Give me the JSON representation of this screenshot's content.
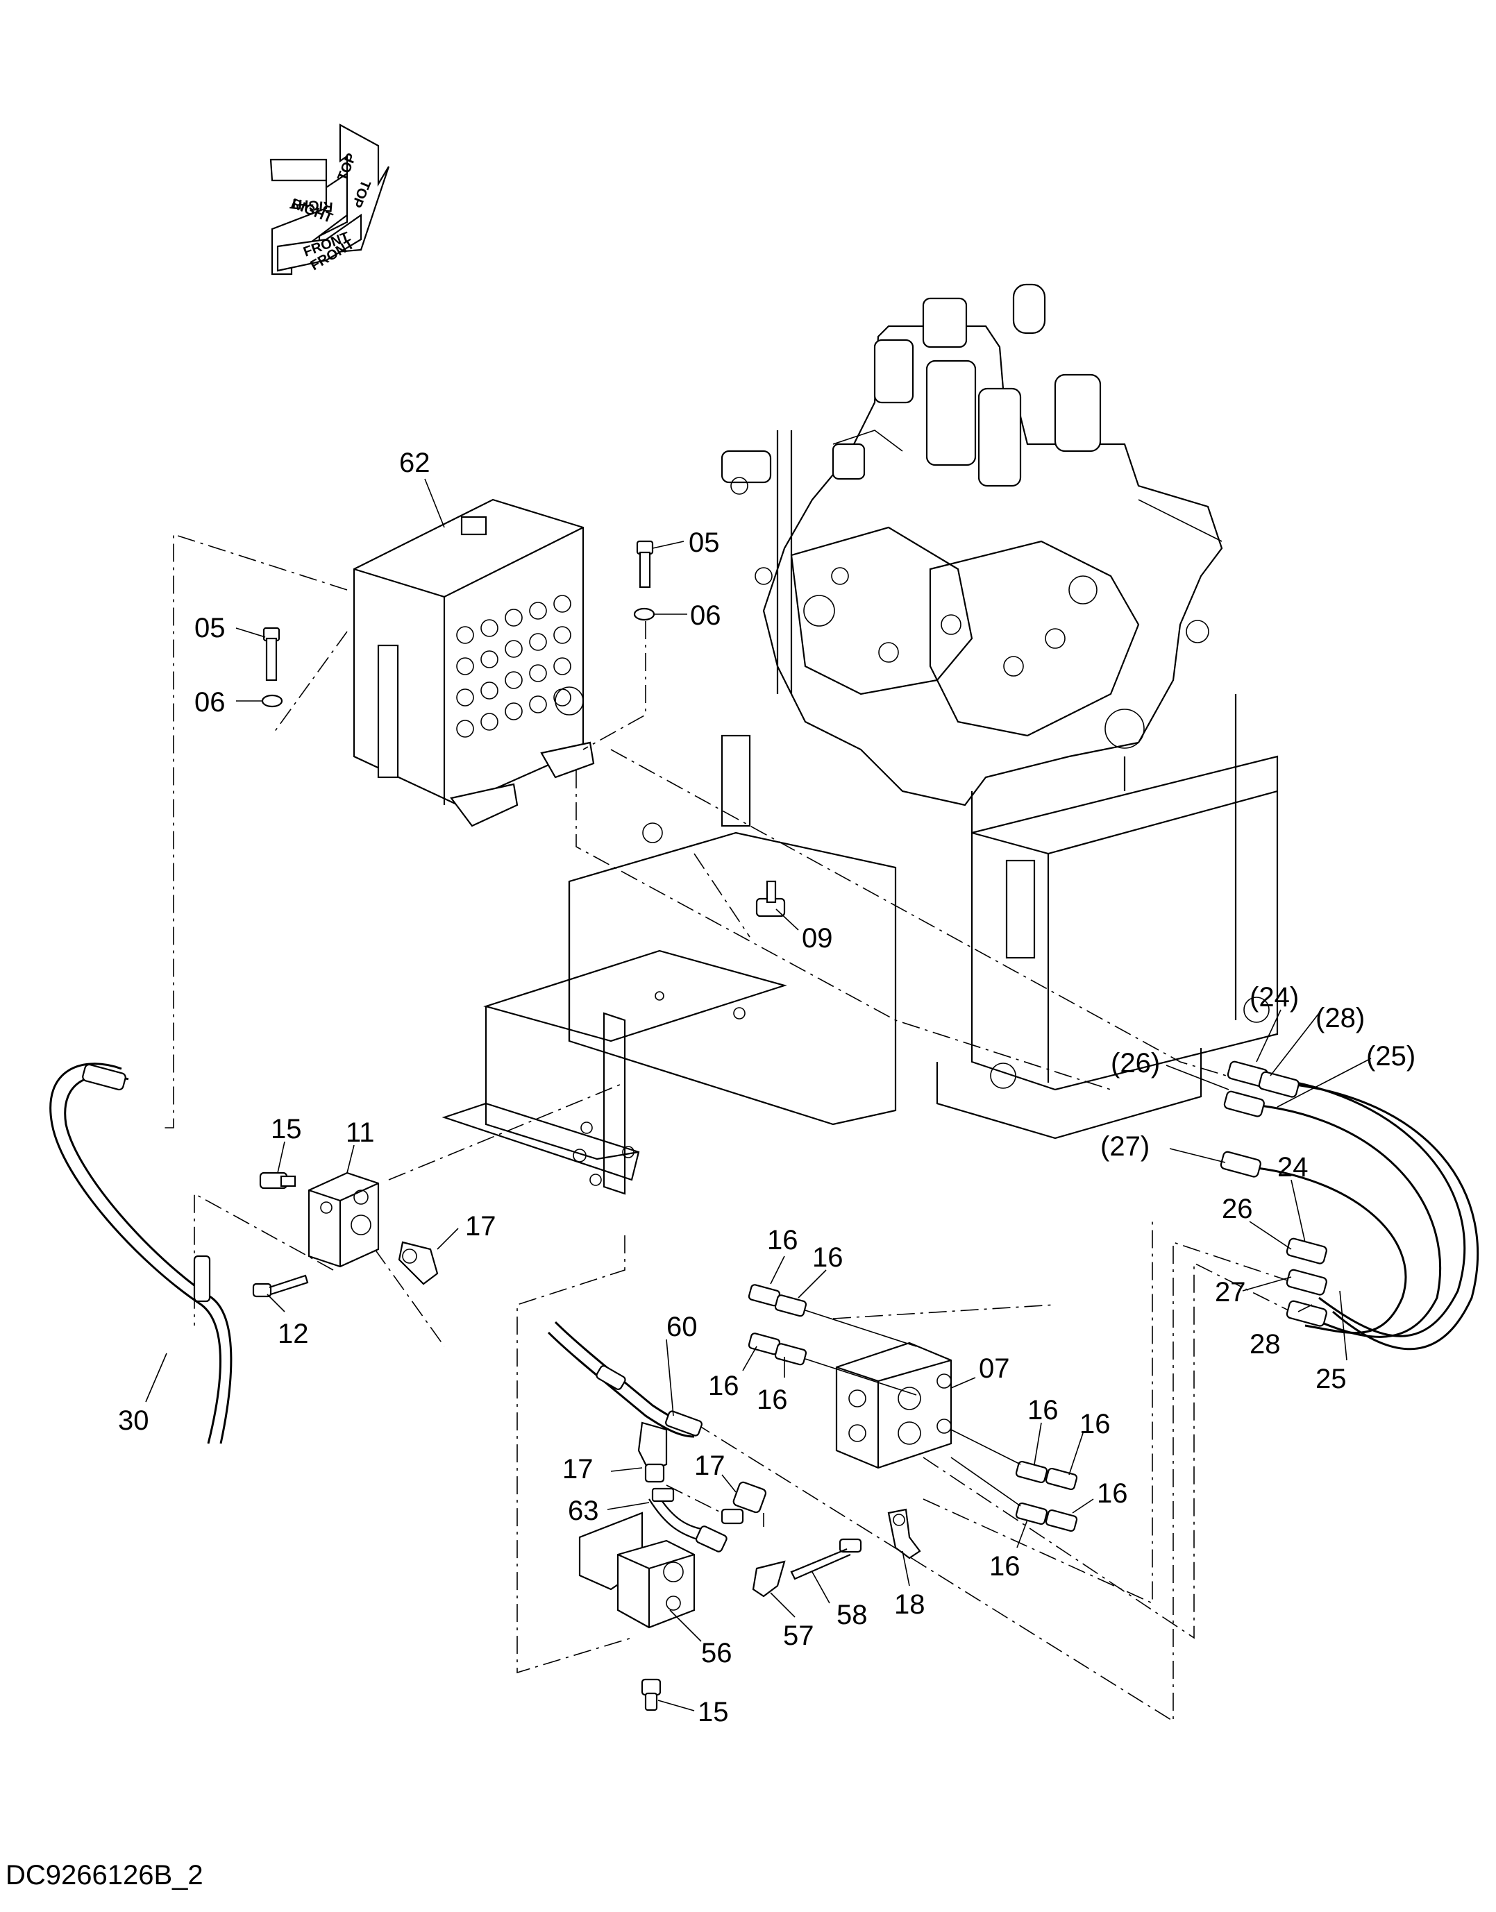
{
  "document_id": "DC9266126B_2",
  "orientation_labels": [
    "TOP",
    "TOP",
    "RIGHT",
    "RIGHT",
    "FRONT",
    "FRONT"
  ],
  "callouts": [
    {
      "id": "c62",
      "text": "62"
    },
    {
      "id": "c05a",
      "text": "05"
    },
    {
      "id": "c06a",
      "text": "06"
    },
    {
      "id": "c05b",
      "text": "05"
    },
    {
      "id": "c06b",
      "text": "06"
    },
    {
      "id": "c09",
      "text": "09"
    },
    {
      "id": "c24p",
      "text": "(24)"
    },
    {
      "id": "c28p",
      "text": "(28)"
    },
    {
      "id": "c25p",
      "text": "(25)"
    },
    {
      "id": "c26p",
      "text": "(26)"
    },
    {
      "id": "c27p",
      "text": "(27)"
    },
    {
      "id": "c24",
      "text": "24"
    },
    {
      "id": "c26",
      "text": "26"
    },
    {
      "id": "c27",
      "text": "27"
    },
    {
      "id": "c28",
      "text": "28"
    },
    {
      "id": "c25",
      "text": "25"
    },
    {
      "id": "c15a",
      "text": "15"
    },
    {
      "id": "c11",
      "text": "11"
    },
    {
      "id": "c17a",
      "text": "17"
    },
    {
      "id": "c12",
      "text": "12"
    },
    {
      "id": "c30",
      "text": "30"
    },
    {
      "id": "c16a",
      "text": "16"
    },
    {
      "id": "c16b",
      "text": "16"
    },
    {
      "id": "c60",
      "text": "60"
    },
    {
      "id": "c16c",
      "text": "16"
    },
    {
      "id": "c16d",
      "text": "16"
    },
    {
      "id": "c07",
      "text": "07"
    },
    {
      "id": "c16e",
      "text": "16"
    },
    {
      "id": "c16f",
      "text": "16"
    },
    {
      "id": "c16g",
      "text": "16"
    },
    {
      "id": "c16h",
      "text": "16"
    },
    {
      "id": "c17b",
      "text": "17"
    },
    {
      "id": "c17c",
      "text": "17"
    },
    {
      "id": "c63",
      "text": "63"
    },
    {
      "id": "c18",
      "text": "18"
    },
    {
      "id": "c58",
      "text": "58"
    },
    {
      "id": "c57",
      "text": "57"
    },
    {
      "id": "c56",
      "text": "56"
    },
    {
      "id": "c15b",
      "text": "15"
    }
  ]
}
